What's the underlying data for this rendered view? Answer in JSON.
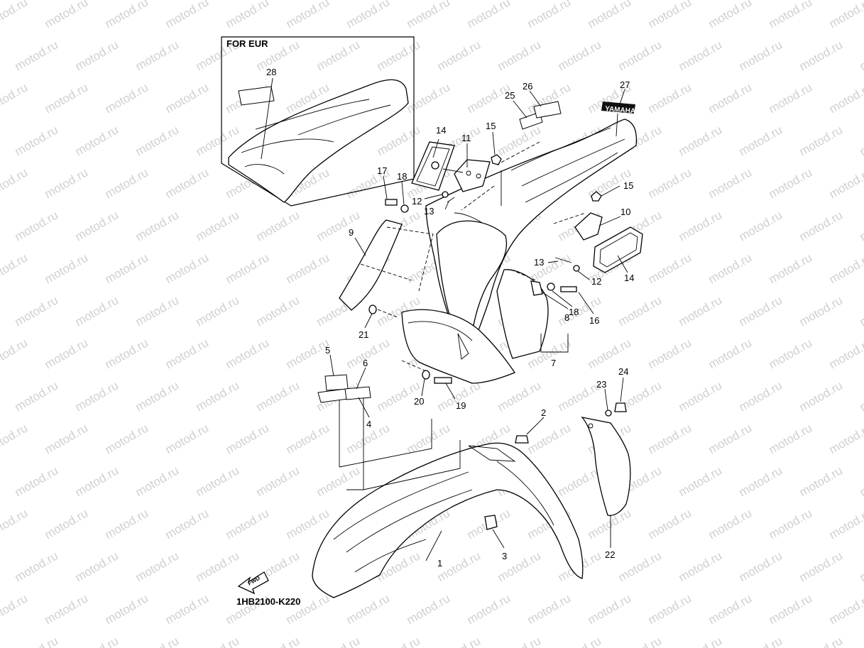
{
  "watermark": "motod.ru",
  "inset_label": "FOR EUR",
  "diagram_code": "1HB2100-K220",
  "fwd_label": "FWD",
  "decal_text": "YAMAHA",
  "callouts": [
    {
      "id": "c1",
      "text": "1"
    },
    {
      "id": "c2",
      "text": "2"
    },
    {
      "id": "c3",
      "text": "3"
    },
    {
      "id": "c4",
      "text": "4"
    },
    {
      "id": "c5",
      "text": "5"
    },
    {
      "id": "c6",
      "text": "6"
    },
    {
      "id": "c7",
      "text": "7"
    },
    {
      "id": "c8",
      "text": "8"
    },
    {
      "id": "c9",
      "text": "9"
    },
    {
      "id": "c10",
      "text": "10"
    },
    {
      "id": "c11",
      "text": "11"
    },
    {
      "id": "c12a",
      "text": "12"
    },
    {
      "id": "c12b",
      "text": "12"
    },
    {
      "id": "c13a",
      "text": "13"
    },
    {
      "id": "c13b",
      "text": "13"
    },
    {
      "id": "c14a",
      "text": "14"
    },
    {
      "id": "c14b",
      "text": "14"
    },
    {
      "id": "c15a",
      "text": "15"
    },
    {
      "id": "c15b",
      "text": "15"
    },
    {
      "id": "c16",
      "text": "16"
    },
    {
      "id": "c17",
      "text": "17"
    },
    {
      "id": "c18a",
      "text": "18"
    },
    {
      "id": "c18b",
      "text": "18"
    },
    {
      "id": "c19",
      "text": "19"
    },
    {
      "id": "c20",
      "text": "20"
    },
    {
      "id": "c21",
      "text": "21"
    },
    {
      "id": "c22",
      "text": "22"
    },
    {
      "id": "c23",
      "text": "23"
    },
    {
      "id": "c24",
      "text": "24"
    },
    {
      "id": "c25",
      "text": "25"
    },
    {
      "id": "c26",
      "text": "26"
    },
    {
      "id": "c27",
      "text": "27"
    },
    {
      "id": "c28",
      "text": "28"
    }
  ]
}
